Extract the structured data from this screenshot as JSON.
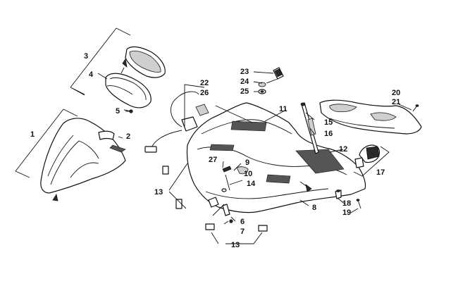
{
  "callouts": {
    "c1": "1",
    "c2": "2",
    "c3": "3",
    "c4": "4",
    "c5": "5",
    "c6": "6",
    "c7": "7",
    "c8": "8",
    "c9": "9",
    "c10": "10",
    "c11": "11",
    "c12": "12",
    "c13a": "13",
    "c13b": "13",
    "c14": "14",
    "c15": "15",
    "c16": "16",
    "c17": "17",
    "c18": "18",
    "c19": "19",
    "c20": "20",
    "c21": "21",
    "c22": "22",
    "c23": "23",
    "c24": "24",
    "c25": "25",
    "c26": "26",
    "c27": "27"
  }
}
